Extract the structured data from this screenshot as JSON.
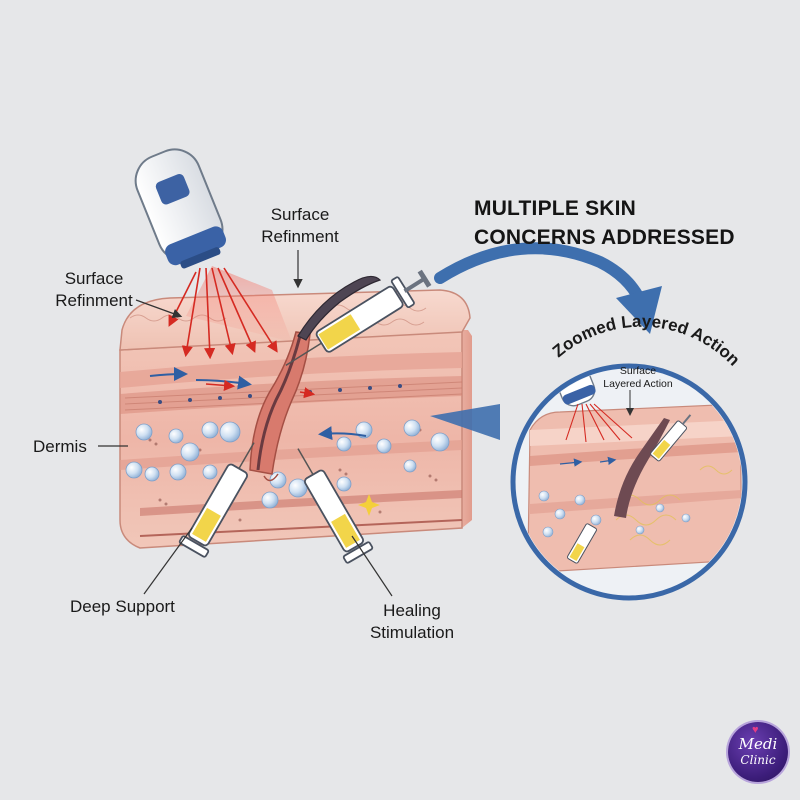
{
  "headline": {
    "line1": "MULTIPLE SKIN",
    "line2": "CONCERNS ADDRESSED"
  },
  "labels": {
    "surface_refinment_top": [
      "Surface",
      "Refinment"
    ],
    "surface_refinment_left": [
      "Surface",
      "Refinment"
    ],
    "dermis": "Dermis",
    "deep_support": "Deep Support",
    "healing_stimulation": [
      "Healing",
      "Stimulation"
    ]
  },
  "zoom": {
    "title": "Zoomed Layered Action",
    "inner_label": [
      "Surface",
      "Layered Action"
    ]
  },
  "badge": {
    "line1": "Medi",
    "line2": "Clinic"
  },
  "colors": {
    "background": "#e6e7e9",
    "skin_surface": "#f1c2b4",
    "skin_dermis": "#ecb1a5",
    "skin_deep": "#f0c4b6",
    "laser_red": "#e0312a",
    "accent_blue": "#3a6fb0",
    "syringe_fill": "#f2d54a",
    "badge_purple": "#3c1d7a"
  },
  "icons": [
    "laser-handpiece-icon",
    "syringe-icon",
    "hair-follicle-icon",
    "curved-arrow-icon",
    "clinic-logo-icon"
  ]
}
